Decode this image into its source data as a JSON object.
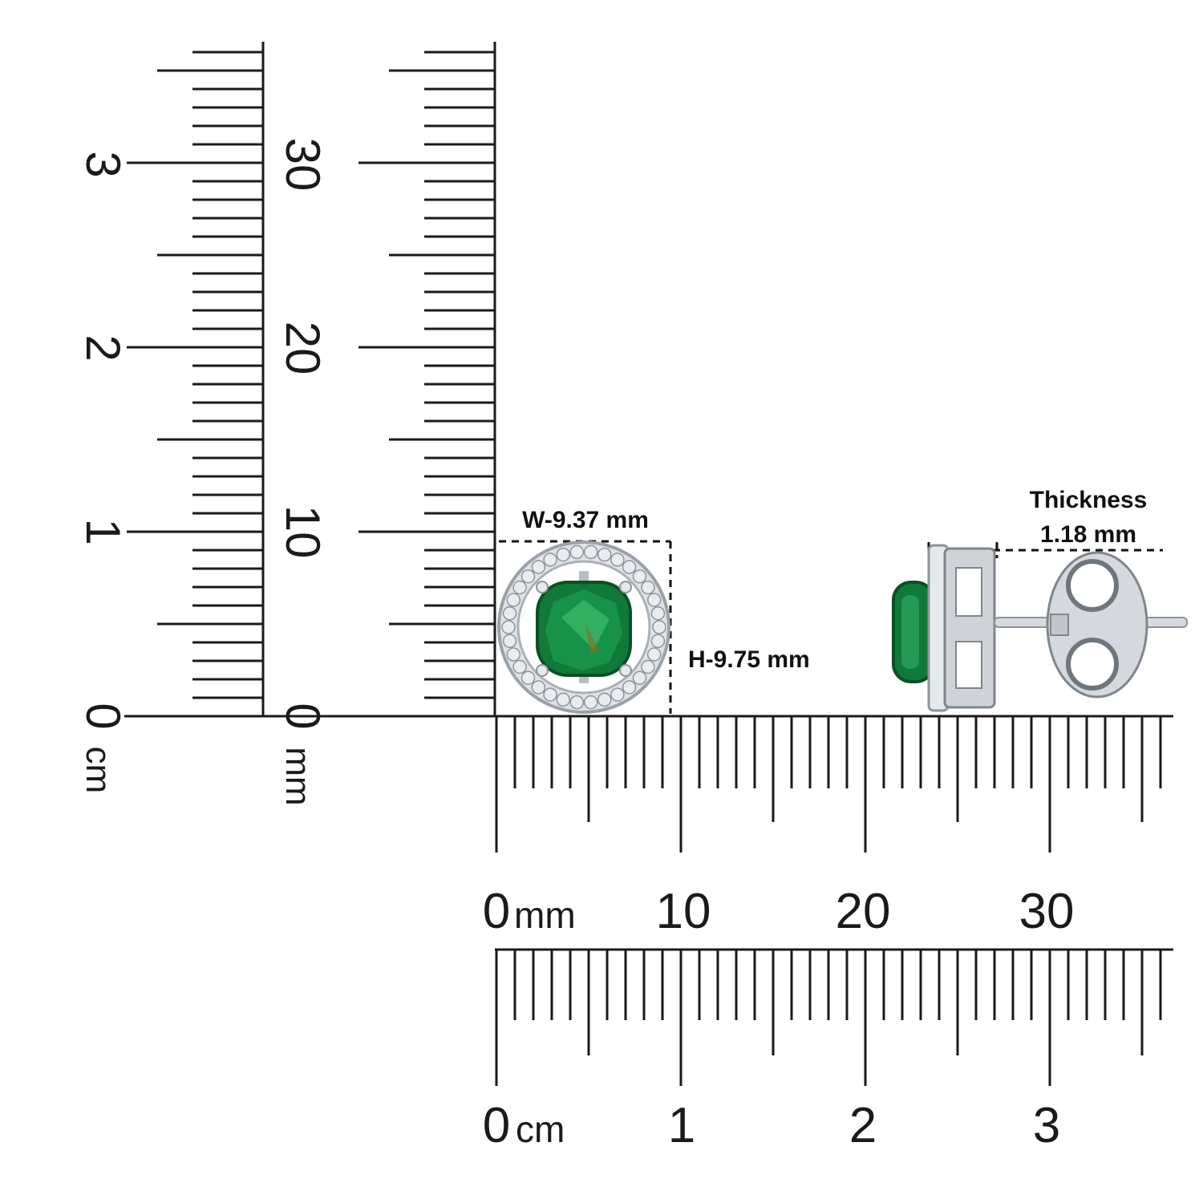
{
  "rulers": {
    "vertical_cm": {
      "unit": "cm",
      "labels": [
        "0",
        "1",
        "2",
        "3"
      ]
    },
    "vertical_mm": {
      "unit": "mm",
      "labels": [
        "0",
        "10",
        "20",
        "30"
      ]
    },
    "horizontal_mm": {
      "unit": "mm",
      "labels": [
        "0",
        "10",
        "20",
        "30"
      ]
    },
    "horizontal_cm": {
      "unit": "cm",
      "labels": [
        "0",
        "1",
        "2",
        "3"
      ]
    }
  },
  "dimensions": {
    "width_label": "W-9.37 mm",
    "height_label": "H-9.75 mm",
    "thickness_title": "Thickness",
    "thickness_value": "1.18 mm"
  },
  "product": {
    "front_view": "earring-front-view",
    "side_view": "earring-side-view",
    "stone_color": "#0f7a3a",
    "halo_color": "#e9ecef",
    "metal_color": "#c9cdd2"
  }
}
